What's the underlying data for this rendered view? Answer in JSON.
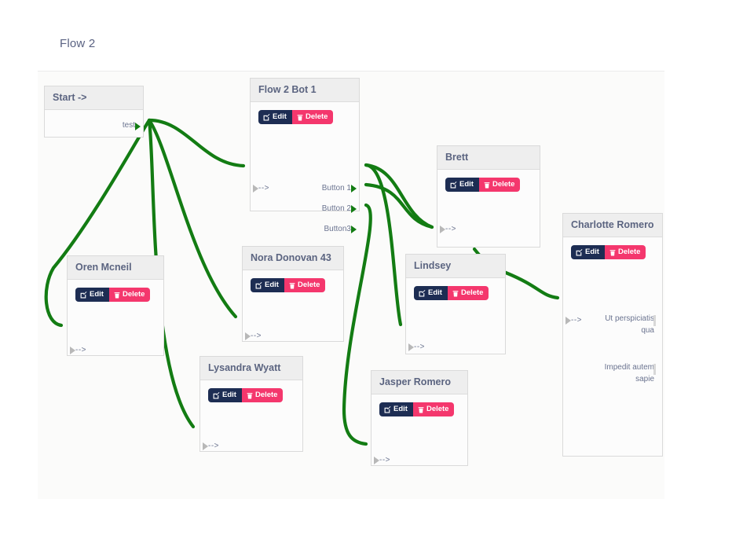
{
  "header": {
    "title": "Flow 2"
  },
  "colors": {
    "edge_green": "#137c13",
    "edit_navy": "#1d2d53",
    "delete_pink": "#f4376d",
    "node_header": "#eeeeee",
    "canvas_bg": "#fbfbfa",
    "title_text": "#5b6480"
  },
  "actions": {
    "edit_label": "Edit",
    "delete_label": "Delete",
    "edit_icon": "pencil-square-icon",
    "delete_icon": "trash-icon"
  },
  "ports": {
    "input_label": "-->"
  },
  "nodes": {
    "start": {
      "title": "Start ->",
      "outputs": [
        {
          "label": "test"
        }
      ]
    },
    "bot1": {
      "title": "Flow 2 Bot 1",
      "input": "-->",
      "outputs": [
        {
          "label": "Button 1"
        },
        {
          "label": "Button 2"
        },
        {
          "label": "Button3"
        }
      ]
    },
    "oren": {
      "title": "Oren Mcneil",
      "input": "-->"
    },
    "nora": {
      "title": "Nora Donovan 43",
      "input": "-->"
    },
    "lysandra": {
      "title": "Lysandra Wyatt",
      "input": "-->"
    },
    "brett": {
      "title": "Brett",
      "input": "-->"
    },
    "lindsey": {
      "title": "Lindsey",
      "input": "-->"
    },
    "jasper": {
      "title": "Jasper Romero",
      "input": "-->"
    },
    "charlotte": {
      "title": "Charlotte Romero",
      "input": "-->",
      "outputs": [
        {
          "label": "Ut perspiciatis qua"
        },
        {
          "label": "Impedit autem sapie"
        }
      ]
    }
  },
  "edges": [
    {
      "from": "start.test",
      "to": "bot1.in"
    },
    {
      "from": "start.test",
      "to": "oren.in"
    },
    {
      "from": "start.test",
      "to": "nora.in"
    },
    {
      "from": "start.test",
      "to": "lysandra.in"
    },
    {
      "from": "bot1.button1",
      "to": "lindsey.in"
    },
    {
      "from": "bot1.button2",
      "to": "brett.in"
    },
    {
      "from": "bot1.button3",
      "to": "jasper.in"
    },
    {
      "from": "brett.out",
      "to": "charlotte.in"
    }
  ]
}
